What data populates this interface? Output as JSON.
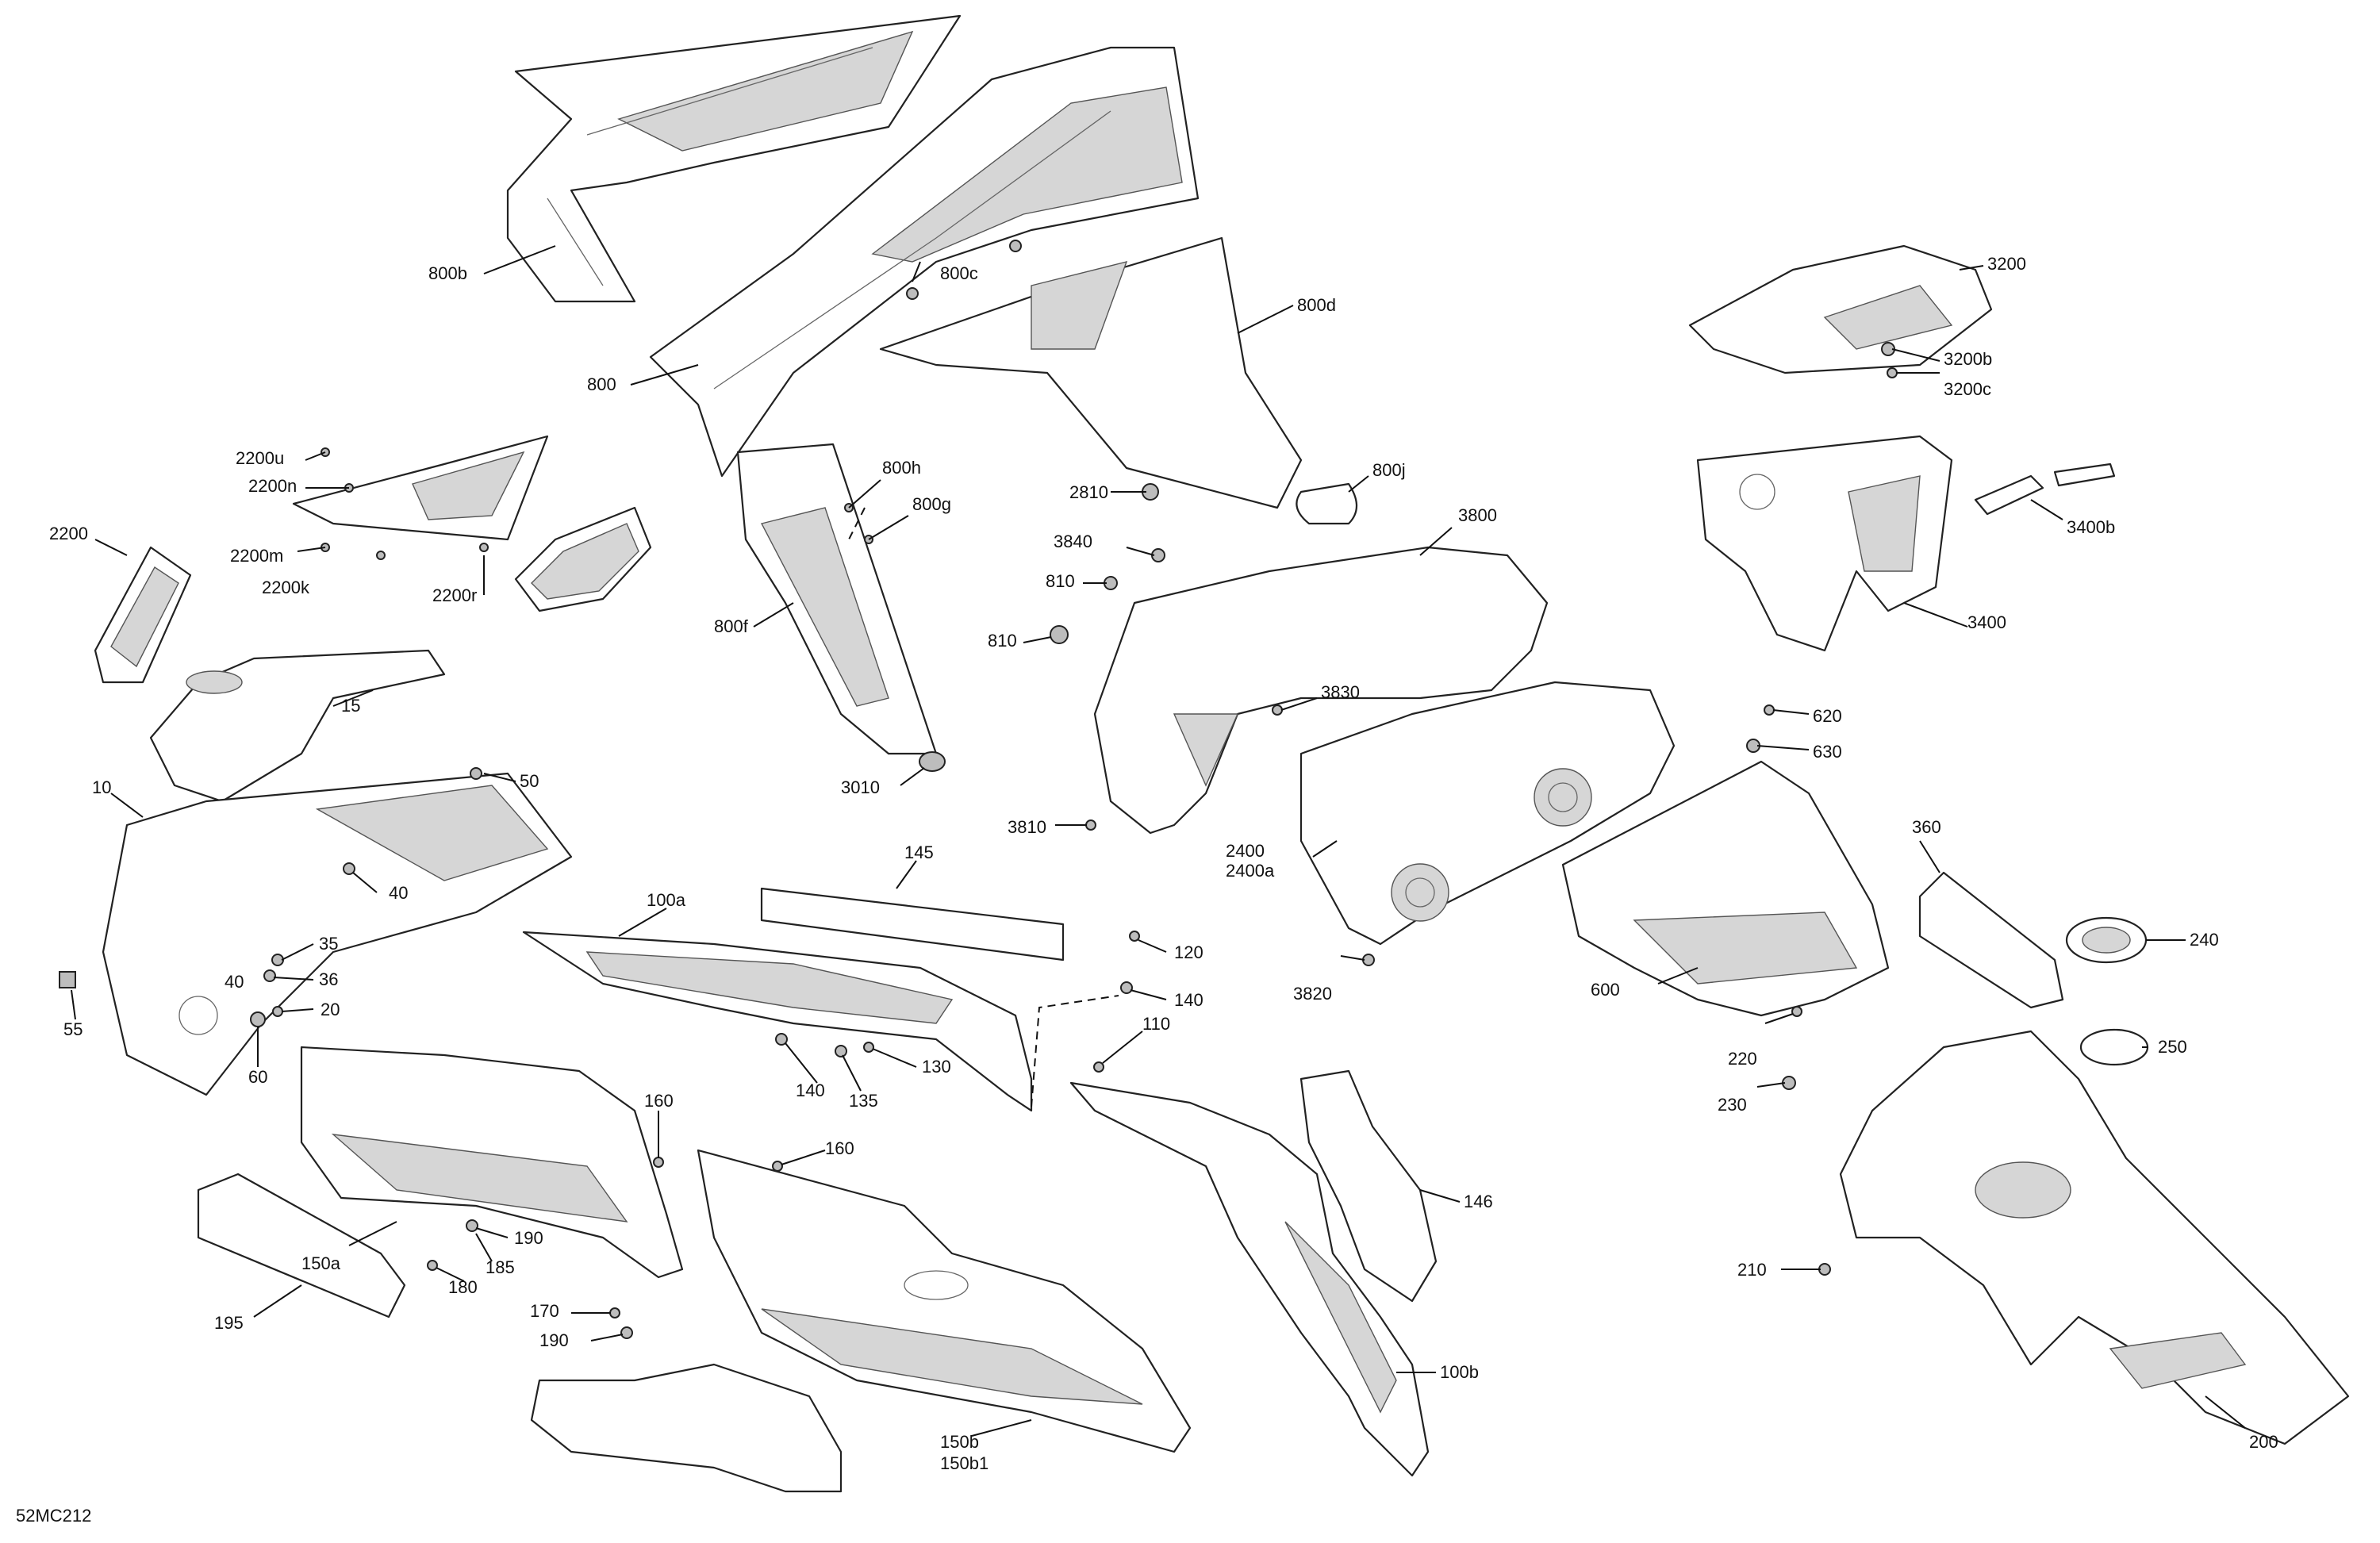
{
  "drawing_number": "52MC212",
  "callouts": {
    "c800b": "800b",
    "c800c": "800c",
    "c800": "800",
    "c800d": "800d",
    "c800h": "800h",
    "c800g": "800g",
    "c800f": "800f",
    "c800j": "800j",
    "c3010": "3010",
    "c2200u": "2200u",
    "c2200n": "2200n",
    "c2200m": "2200m",
    "c2200k": "2200k",
    "c2200r": "2200r",
    "c2200": "2200",
    "c15": "15",
    "c10": "10",
    "c50": "50",
    "c40a": "40",
    "c40b": "40",
    "c35": "35",
    "c36": "36",
    "c20": "20",
    "c55": "55",
    "c60": "60",
    "c145": "145",
    "c100a": "100a",
    "c120": "120",
    "c140a": "140",
    "c140b": "140",
    "c130": "130",
    "c135": "135",
    "c110": "110",
    "c160a": "160",
    "c160b": "160",
    "c150a": "150a",
    "c190a": "190",
    "c185": "185",
    "c180": "180",
    "c170": "170",
    "c190b": "190",
    "c195": "195",
    "c150b": "150b",
    "c150b1": "150b1",
    "c146": "146",
    "c100b": "100b",
    "c2810": "2810",
    "c3840": "3840",
    "c810a": "810",
    "c810b": "810",
    "c3800": "3800",
    "c3830": "3830",
    "c3810": "3810",
    "c2400": "2400",
    "c2400a": "2400a",
    "c3820": "3820",
    "c600": "600",
    "c620": "620",
    "c630": "630",
    "c3200": "3200",
    "c3200b": "3200b",
    "c3200c": "3200c",
    "c3400": "3400",
    "c3400b": "3400b",
    "c360": "360",
    "c240": "240",
    "c250": "250",
    "c220": "220",
    "c230": "230",
    "c210": "210",
    "c200": "200"
  }
}
